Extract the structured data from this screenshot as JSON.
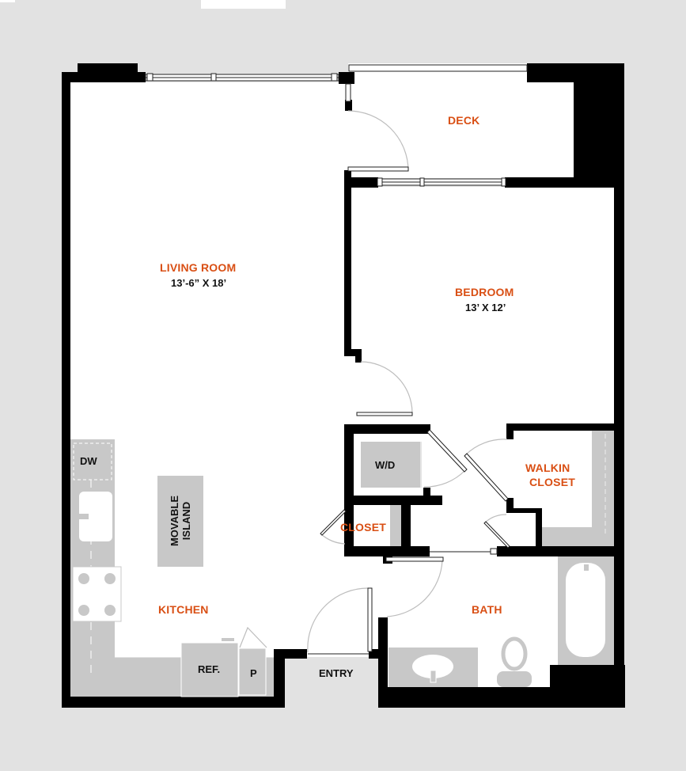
{
  "plan": {
    "colors": {
      "background": "#e2e2e2",
      "wall": "#000000",
      "floor": "#ffffff",
      "fixture": "#c8c8c8",
      "label_accent": "#d94f14",
      "label_dark": "#111111",
      "door_swing": "#bdbdbd"
    },
    "rooms": {
      "deck": {
        "label": "DECK"
      },
      "living_room": {
        "label": "LIVING ROOM",
        "dimensions": "13’-6” X 18’"
      },
      "bedroom": {
        "label": "BEDROOM",
        "dimensions": "13’ X 12’"
      },
      "walkin_closet": {
        "label_line1": "WALKIN",
        "label_line2": "CLOSET"
      },
      "closet": {
        "label": "CLOSET"
      },
      "kitchen": {
        "label": "KITCHEN"
      },
      "bath": {
        "label": "BATH"
      },
      "entry": {
        "label": "ENTRY"
      }
    },
    "fixtures": {
      "dishwasher": "DW",
      "washer_dryer": "W/D",
      "island_line1": "MOVABLE",
      "island_line2": "ISLAND",
      "refrigerator": "REF.",
      "pantry": "P"
    }
  }
}
